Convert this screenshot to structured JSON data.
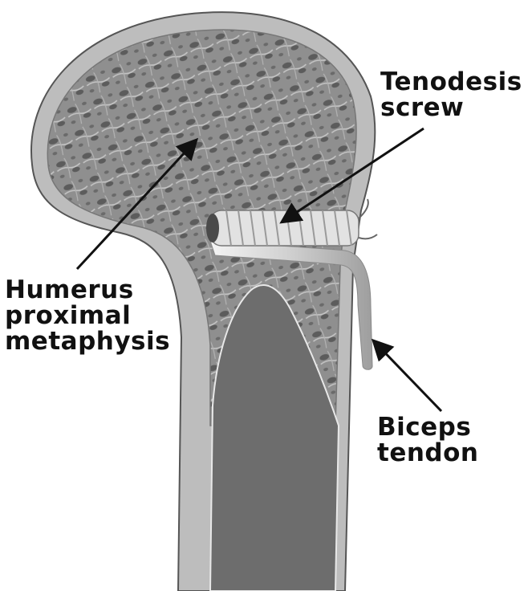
{
  "labels": {
    "screw": "Tenodesis\nscrew",
    "humerus": "Humerus\nproximal\nmetaphysis",
    "tendon": "Biceps\ntendon"
  },
  "colors": {
    "cortex": "#bdbdbd",
    "cancellous": "#8f8f8f",
    "pore": "#5c5c5c",
    "canal": "#6d6d6d",
    "screw": "#e2e2e2",
    "tendon": "#dcdcdc",
    "ink": "#111111"
  }
}
